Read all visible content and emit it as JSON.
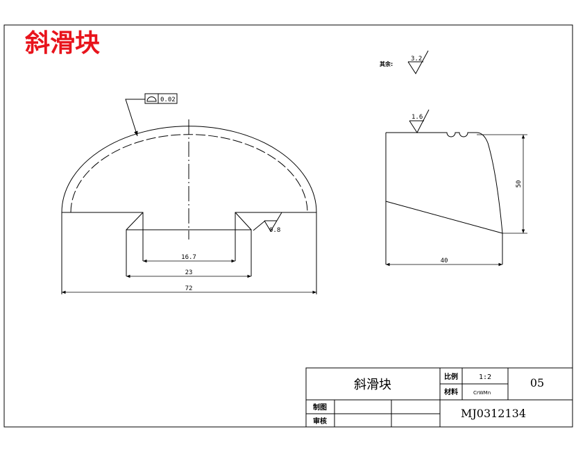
{
  "heading": "斜滑块",
  "roughness": {
    "general_label": "其余:",
    "general_value": "3.2",
    "side_value": "1.6",
    "incline_value": "0.8"
  },
  "tolerance": {
    "value": "0.02"
  },
  "dimensions": {
    "slot_inner": "16.7",
    "slot_outer": "23",
    "overall_width": "72",
    "side_height": "50",
    "side_width": "40"
  },
  "title_block": {
    "part_name": "斜滑块",
    "scale_label": "比例",
    "scale_value": "1:2",
    "material_label": "材料",
    "material_value": "CrWMn",
    "quantity": "05",
    "drawing_number": "MJ0312134",
    "drawn_by_label": "制图",
    "checked_by_label": "审核"
  },
  "colors": {
    "heading": "#e8141c",
    "line": "#000000"
  }
}
